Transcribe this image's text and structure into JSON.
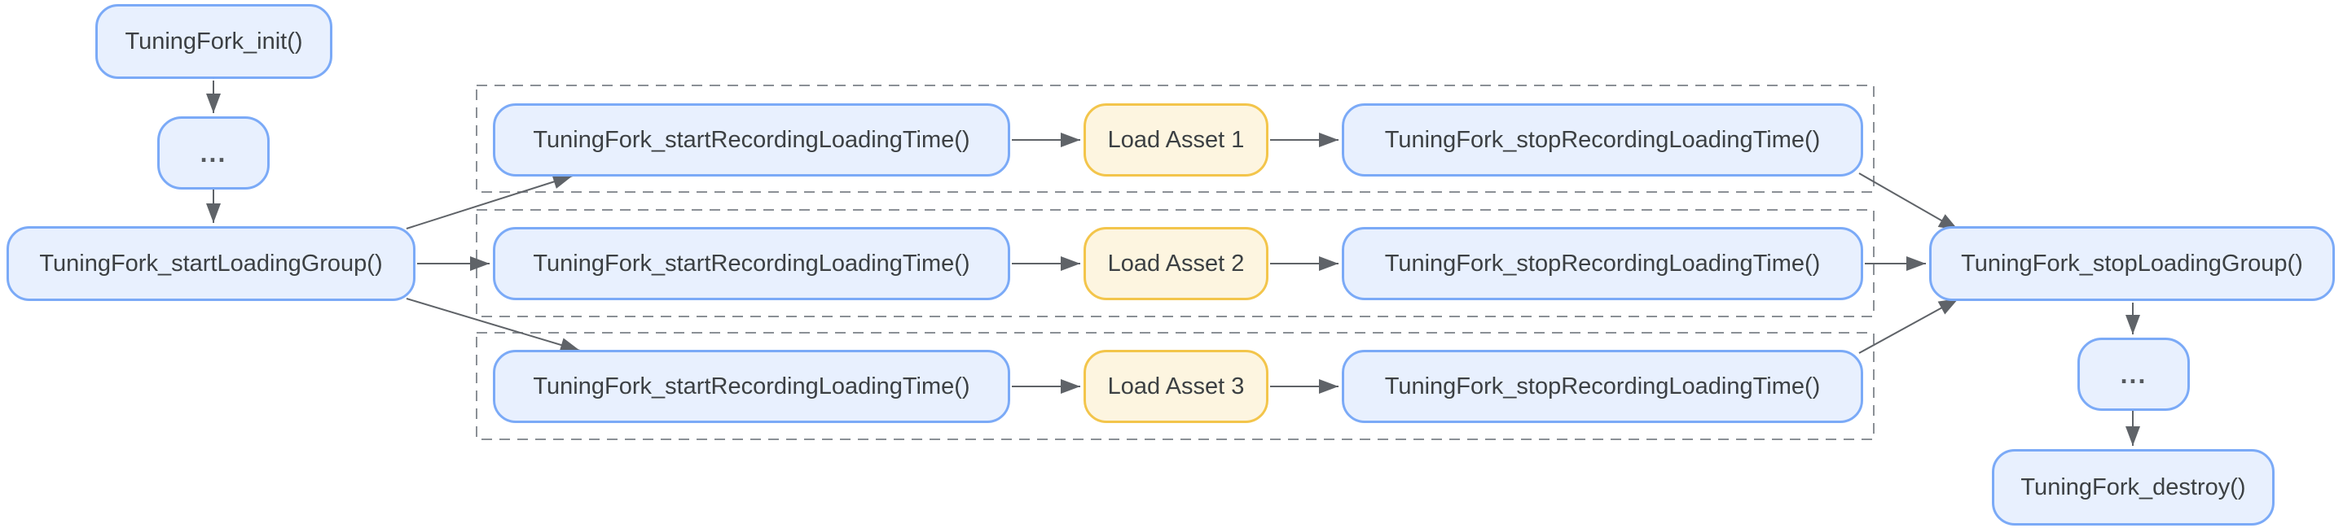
{
  "flow": {
    "init": "TuningFork_init()",
    "pre_ellipsis": "...",
    "start_group": "TuningFork_startLoadingGroup()",
    "rows": [
      {
        "start": "TuningFork_startRecordingLoadingTime()",
        "asset": "Load Asset 1",
        "stop": "TuningFork_stopRecordingLoadingTime()"
      },
      {
        "start": "TuningFork_startRecordingLoadingTime()",
        "asset": "Load Asset 2",
        "stop": "TuningFork_stopRecordingLoadingTime()"
      },
      {
        "start": "TuningFork_startRecordingLoadingTime()",
        "asset": "Load Asset 3",
        "stop": "TuningFork_stopRecordingLoadingTime()"
      }
    ],
    "stop_group": "TuningFork_stopLoadingGroup()",
    "post_ellipsis": "...",
    "destroy": "TuningFork_destroy()",
    "colors": {
      "node_fill": "#e8f0fe",
      "node_border": "#7baaf7",
      "asset_fill": "#fdf5e0",
      "asset_border": "#f3c54b",
      "text": "#3c4043",
      "arrow": "#5f6368",
      "boundary": "#8b9096",
      "background": "#ffffff"
    }
  }
}
